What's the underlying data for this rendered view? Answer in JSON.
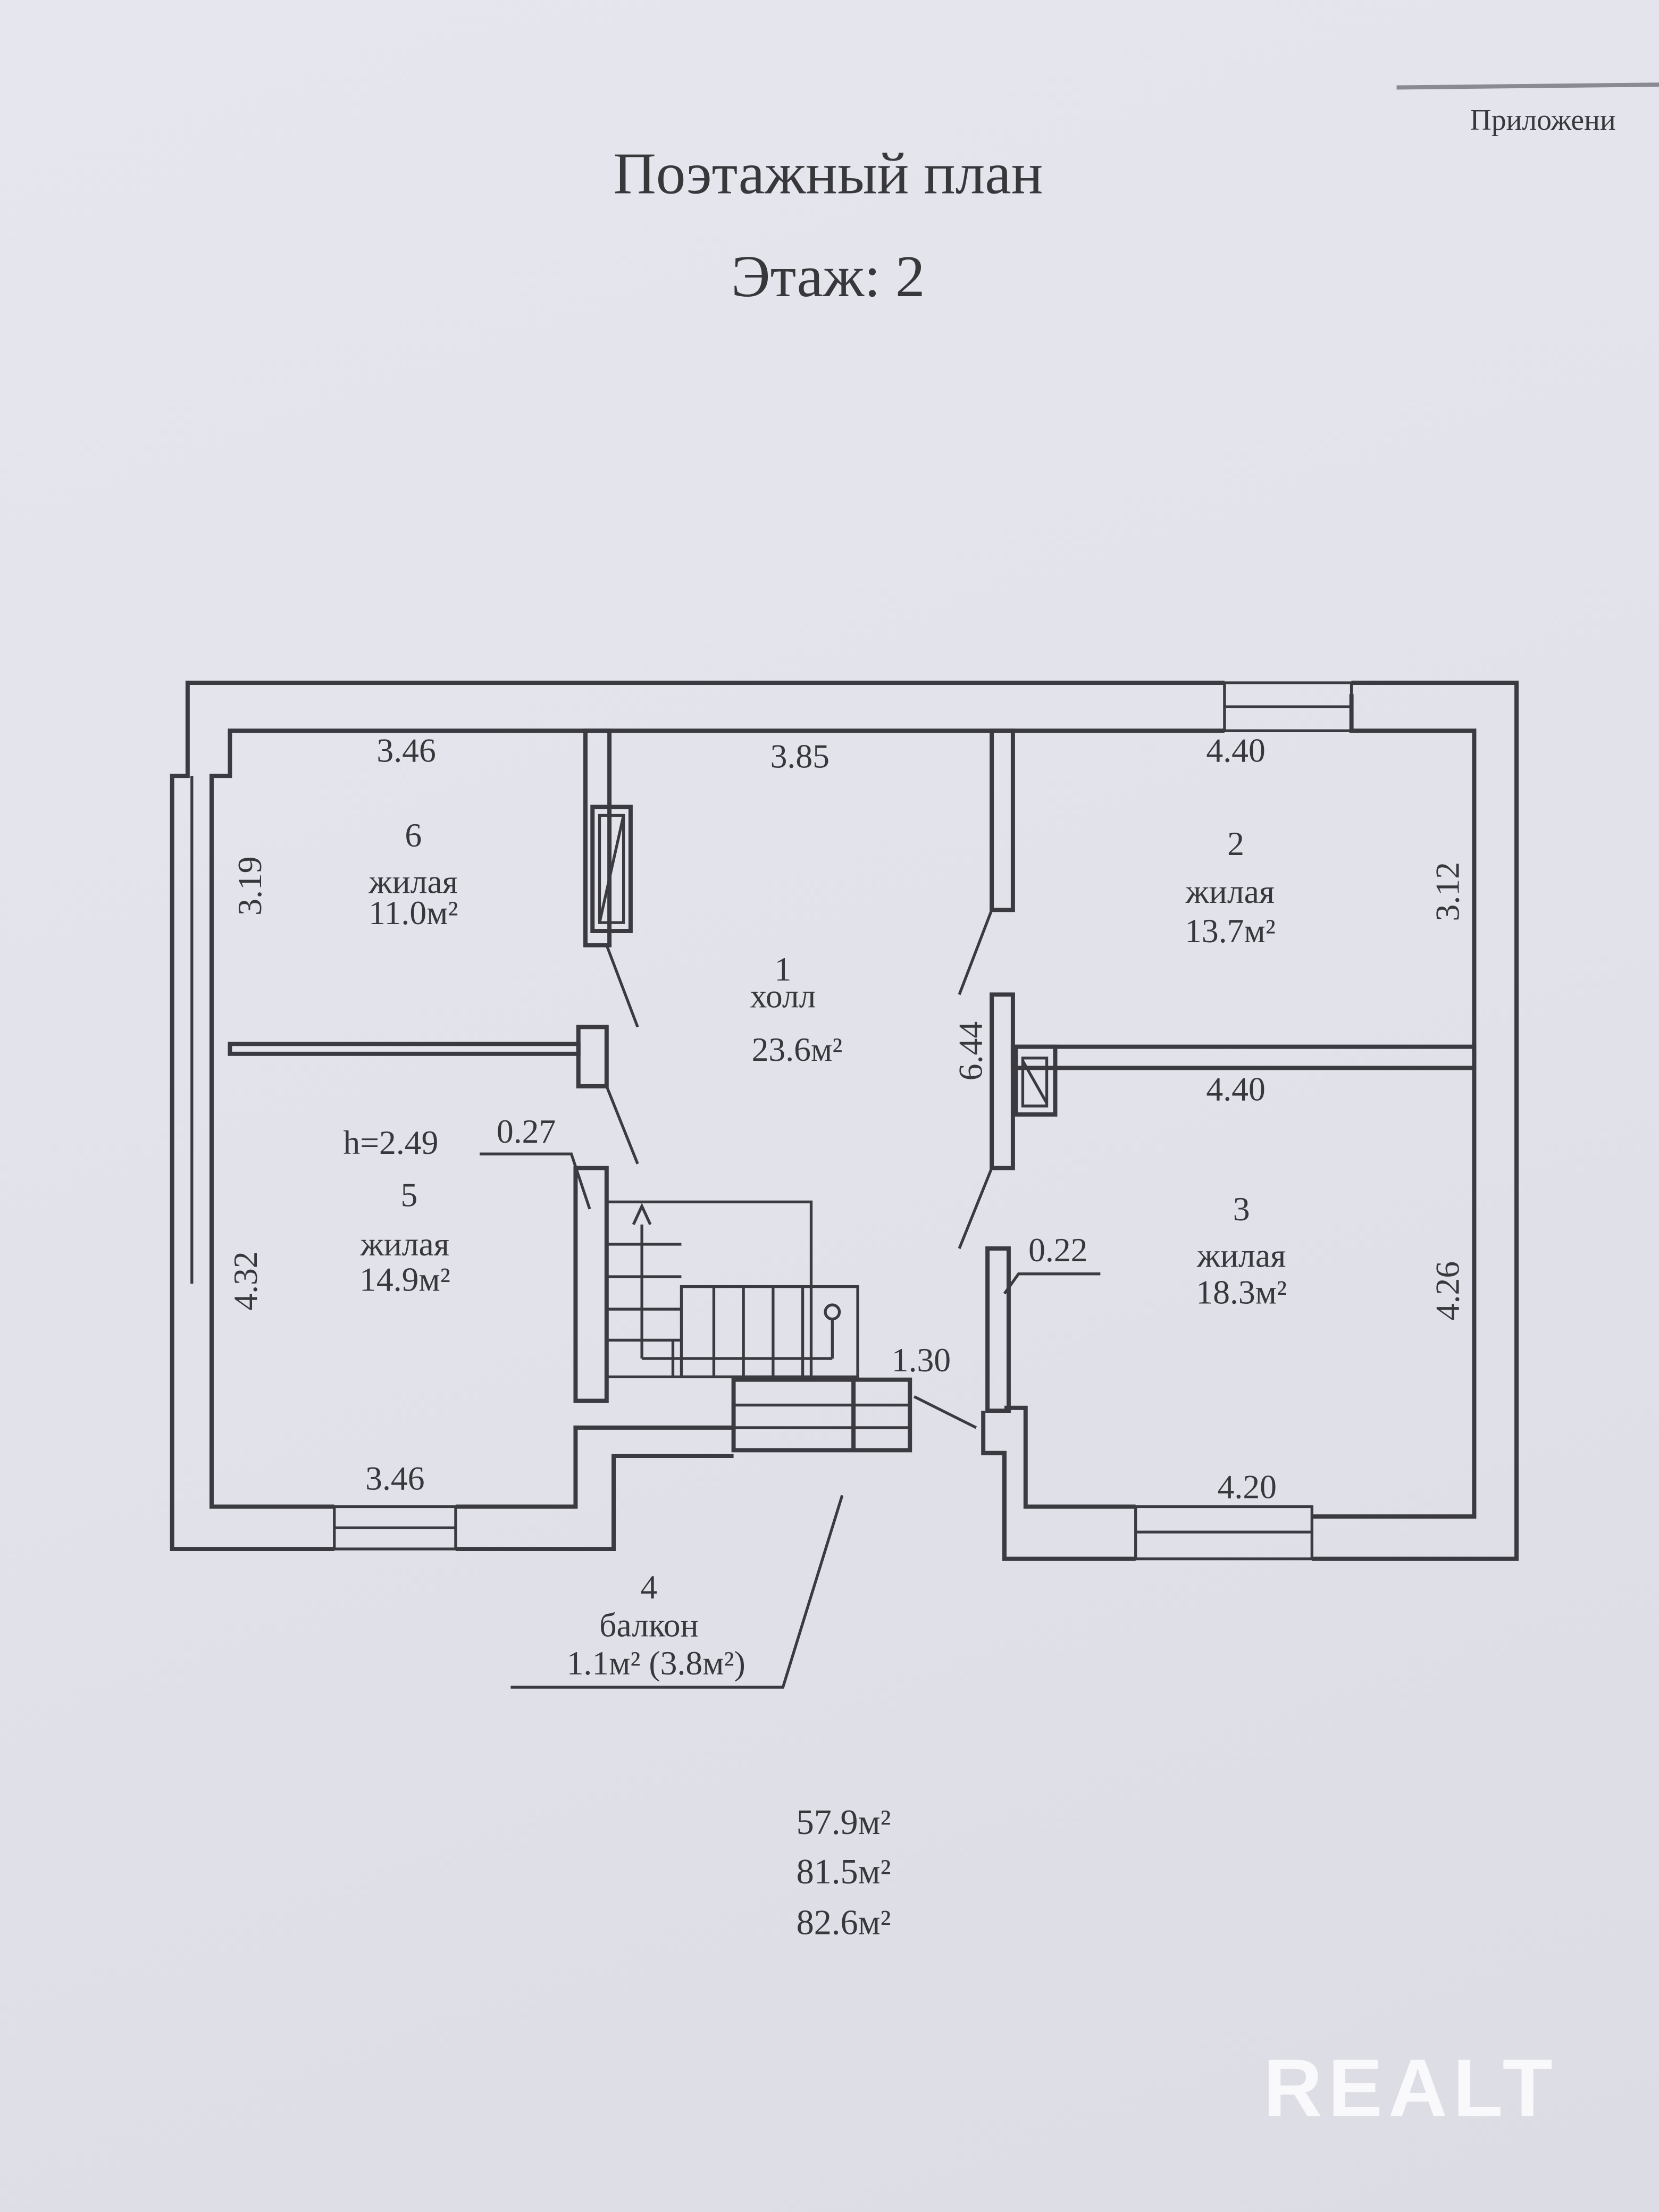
{
  "header": {
    "appendix": "Приложени",
    "title": "Поэтажный план",
    "floor": "Этаж: 2"
  },
  "rooms": [
    {
      "number": "1",
      "type": "холл",
      "area": "23.6м²"
    },
    {
      "number": "2",
      "type": "жилая",
      "area": "13.7м²"
    },
    {
      "number": "3",
      "type": "жилая",
      "area": "18.3м²"
    },
    {
      "number": "4",
      "type": "балкон",
      "area": "1.1м² (3.8м²)"
    },
    {
      "number": "5",
      "type": "жилая",
      "area": "14.9м²"
    },
    {
      "number": "6",
      "type": "жилая",
      "area": "11.0м²"
    }
  ],
  "dimensions": {
    "room6_width": "3.46",
    "room6_height": "3.19",
    "hall_width": "3.85",
    "hall_length": "6.44",
    "room2_width": "4.40",
    "room2_height": "3.12",
    "room3_top_width": "4.40",
    "room3_bottom_width": "4.20",
    "room3_height": "4.26",
    "room5_width": "3.46",
    "room5_height": "4.32",
    "ceiling_height": "h=2.49",
    "wall_left": "0.27",
    "wall_right": "0.22",
    "balcony_door": "1.30"
  },
  "totals": [
    "57.9м²",
    "81.5м²",
    "82.6м²"
  ],
  "watermark": "REALT"
}
